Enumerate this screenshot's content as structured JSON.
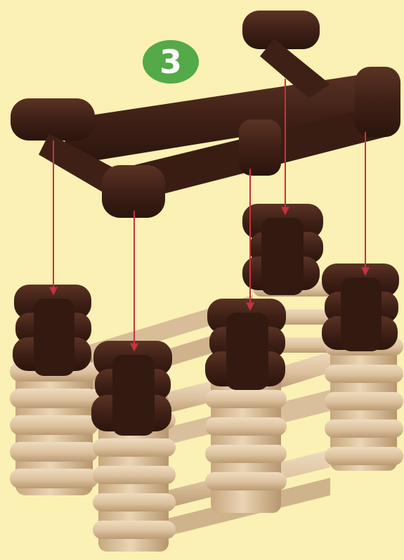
{
  "step": {
    "number": "3"
  },
  "colors": {
    "background": "#fbf1b4",
    "badge": "#54a948",
    "badge_text": "#ffffff",
    "dark_log": "#3f2016",
    "light_log": "#ddc3a1",
    "arrow": "#c8323c"
  },
  "illustration": {
    "roof_pieces": 1,
    "corner_caps": 5,
    "assembly_arrows": 5
  }
}
